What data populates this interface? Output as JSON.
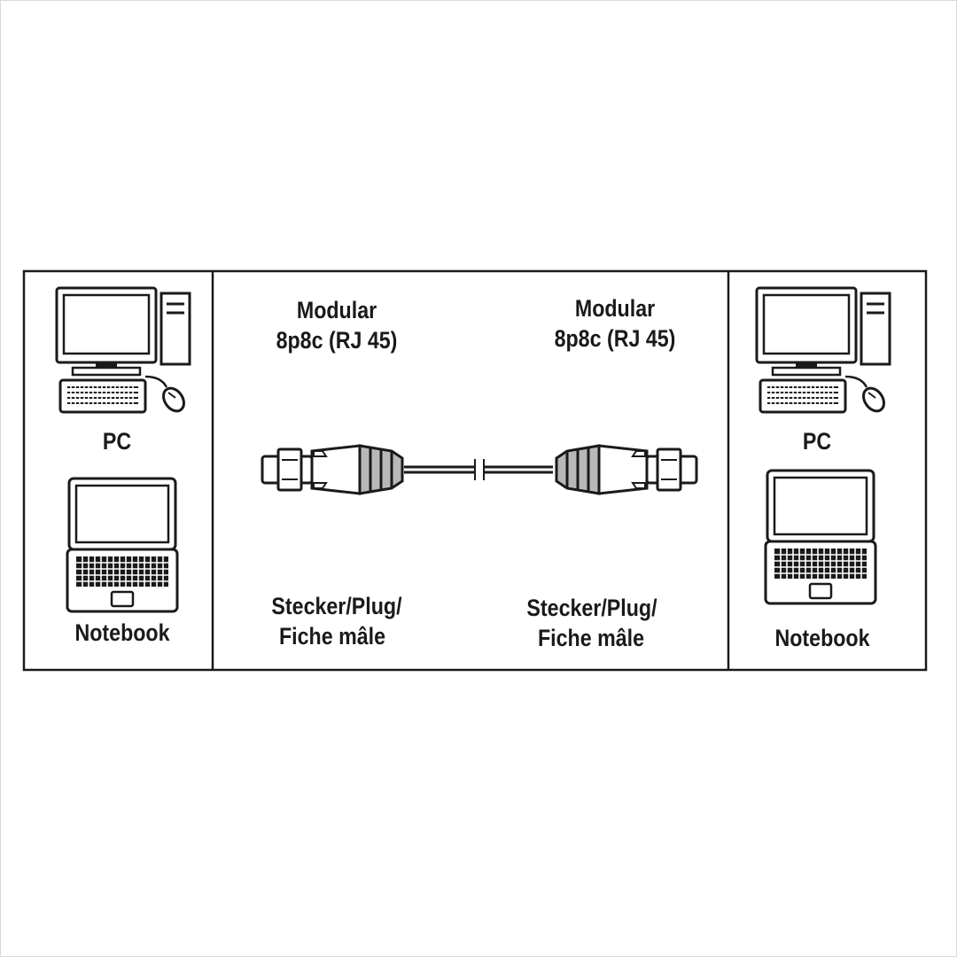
{
  "left_panel": {
    "pc_label": "PC",
    "notebook_label": "Notebook"
  },
  "right_panel": {
    "pc_label": "PC",
    "notebook_label": "Notebook"
  },
  "center_panel": {
    "left_connector": {
      "type_line1": "Modular",
      "type_line2": "8p8c (RJ 45)",
      "gender_line1": "Stecker/Plug/",
      "gender_line2": "Fiche mâle"
    },
    "right_connector": {
      "type_line1": "Modular",
      "type_line2": "8p8c (RJ 45)",
      "gender_line1": "Stecker/Plug/",
      "gender_line2": "Fiche mâle"
    }
  },
  "colors": {
    "line": "#1a1a1a",
    "boot_fill": "#b8b8b8",
    "background": "#ffffff"
  }
}
